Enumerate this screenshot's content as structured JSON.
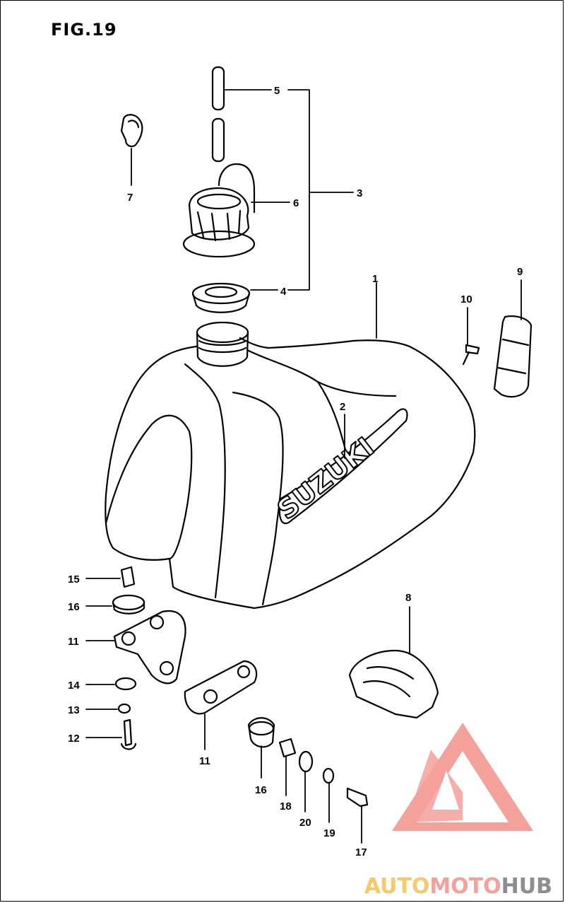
{
  "figure": {
    "title": "FIG.19"
  },
  "callouts": [
    {
      "id": "1",
      "text": "1"
    },
    {
      "id": "2",
      "text": "2"
    },
    {
      "id": "3",
      "text": "3"
    },
    {
      "id": "4",
      "text": "4"
    },
    {
      "id": "5",
      "text": "5"
    },
    {
      "id": "6",
      "text": "6"
    },
    {
      "id": "7",
      "text": "7"
    },
    {
      "id": "8",
      "text": "8"
    },
    {
      "id": "9",
      "text": "9"
    },
    {
      "id": "10",
      "text": "10"
    },
    {
      "id": "11a",
      "text": "11"
    },
    {
      "id": "11b",
      "text": "11"
    },
    {
      "id": "12",
      "text": "12"
    },
    {
      "id": "13",
      "text": "13"
    },
    {
      "id": "14",
      "text": "14"
    },
    {
      "id": "15",
      "text": "15"
    },
    {
      "id": "16a",
      "text": "16"
    },
    {
      "id": "16b",
      "text": "16"
    },
    {
      "id": "17",
      "text": "17"
    },
    {
      "id": "18",
      "text": "18"
    },
    {
      "id": "19",
      "text": "19"
    },
    {
      "id": "20",
      "text": "20"
    }
  ],
  "tank_emblem": {
    "text": "SUZUKI"
  },
  "watermark": {
    "part1": "AUTO",
    "part2": "MOTO",
    "part3": "HUB",
    "logo_color": "#f4a09b"
  }
}
